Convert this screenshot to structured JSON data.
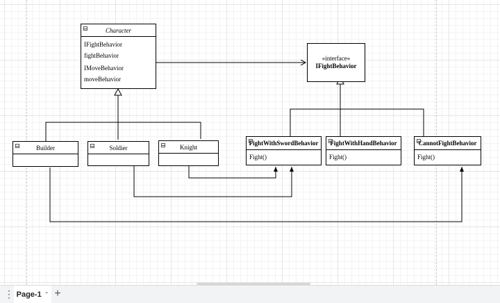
{
  "diagram": {
    "character": {
      "name": "Character",
      "fields": [
        "IFightBehavior fightBehavior",
        "IMoveBehavior moveBehavior"
      ]
    },
    "interface": {
      "stereotype": "«interface»",
      "name": "IFightBehavior"
    },
    "characters": [
      {
        "name": "Builder"
      },
      {
        "name": "Soldier"
      },
      {
        "name": "Knight"
      }
    ],
    "behaviors": [
      {
        "name": "FightWithSwordBehavior",
        "method": "Fight()"
      },
      {
        "name": "FightWithHandBehavior",
        "method": "Fight()"
      },
      {
        "name": "CannotFightBehavior",
        "method": "Fight()"
      }
    ]
  },
  "footer": {
    "page_tab_label": "Page-1",
    "page_tab_chevron": "⌃",
    "add_page_label": "+",
    "menu_label": "⋮"
  }
}
